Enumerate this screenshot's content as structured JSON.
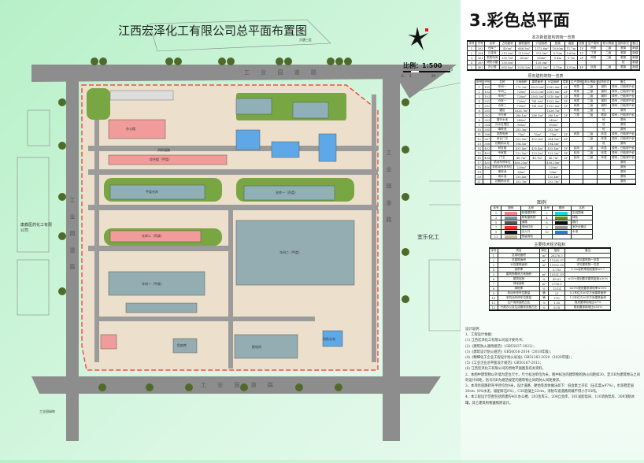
{
  "plan": {
    "title": "江西宏泽化工有限公司总平面布置图",
    "scale": "比例：1:500",
    "scale_ticks": [
      "0",
      "5",
      "20",
      "40"
    ],
    "north_arrow": "north-arrow-icon",
    "roads": {
      "top": "工 业 园 道 路",
      "bottom": "工 业 园 道 路",
      "right": "工 业 园 道 路",
      "left": "工 业 园 道 路"
    },
    "internal_road": "消防道路",
    "neighbors": {
      "right": "宜乐化工",
      "left": "康鑫医药化工有限公司",
      "bottom_left": "工业园绿地",
      "top_right": "大唐三区"
    },
    "buildings": [
      "办公楼",
      "综合楼（甲类）",
      "甲类仓库",
      "仓库二（丙类）",
      "仓库一（丙类）",
      "车间一（甲类）",
      "车间二（甲类）",
      "消防水池",
      "配电间",
      "危废库"
    ]
  },
  "header": {
    "title": "3.彩色总平面"
  },
  "new_table": {
    "title": "本次新建建构筑物一览表",
    "headers": [
      "序号",
      "代号",
      "名称",
      "占地面积",
      "建筑面积",
      "计容面积",
      "层高",
      "高度",
      "层数",
      "生产类别",
      "耐火等级",
      "结构形式",
      "备注"
    ],
    "rows": [
      [
        "1",
        "203",
        "仓库三",
        "420m²",
        "686.3m²",
        "1372.6m²",
        "10.60m",
        "11.7m",
        "1F",
        "丙类",
        "二级",
        "框架",
        "新建"
      ],
      [
        "2",
        "204",
        "丘金库",
        "315.0m²",
        "315.0m²",
        "315.0m²",
        "5.70m",
        "5.65m",
        "1F",
        "丁类",
        "二级",
        "框架",
        "新建"
      ],
      [
        "3",
        "301",
        "发配电间",
        "130.7m²",
        "260m²",
        "260m²",
        "5.4m",
        "9.7m",
        "2F",
        "丙类",
        "二级",
        "框架",
        "新建"
      ],
      [
        "4",
        "309",
        "消防水罐",
        "130.0m²",
        "",
        "130.0m²",
        "",
        "",
        "",
        "",
        "",
        "砼",
        "新建"
      ],
      [
        "5",
        "401",
        "办公楼",
        "693.8m²",
        "2335.5m²",
        "2335.5m²",
        "3.75m",
        "4.95m",
        "4F",
        "民用",
        "二级",
        "框架",
        "新建"
      ]
    ]
  },
  "old_table": {
    "title": "原有建构筑物一览表",
    "headers": [
      "序号",
      "代号",
      "名称",
      "占地面积",
      "建筑面积",
      "计容面积",
      "层数",
      "生产类别",
      "耐火等级",
      "结构形式",
      "备注"
    ],
    "rows": [
      [
        "1",
        "101",
        "车间一",
        "775.7m²",
        "1521.0m²",
        "2181.0m²",
        "2F",
        "甲类",
        "二级",
        "钢构",
        "原有，已取得产权"
      ],
      [
        "2",
        "102",
        "车间二",
        "720m²",
        "1521.0m²",
        "2181.0m²",
        "2F",
        "甲类",
        "二级",
        "钢构",
        "原有，已取得产权"
      ],
      [
        "3",
        "103",
        "车间三",
        "720m²",
        "2505.3m²",
        "3510.0m²",
        "2F",
        "甲类",
        "二级",
        "钢构",
        "原有，已取得产权"
      ],
      [
        "4",
        "201",
        "仓库一",
        "720m²",
        "741.0m²",
        "1022.0m²",
        "1F",
        "丙类",
        "二级",
        "钢构",
        "原有，已取得产权"
      ],
      [
        "5",
        "202",
        "仓库二",
        "720m²",
        "741.0m²",
        "1022.0m²",
        "1F",
        "丙类",
        "二级",
        "钢构",
        "原有，已取得产权"
      ],
      [
        "6",
        "205",
        "罐区",
        "1626.7m²",
        "",
        "1626.7m²",
        "",
        "甲类",
        "二级",
        "砼",
        "原有"
      ],
      [
        "7",
        "302",
        "冷冻房",
        "286.1m²",
        "286.1m²",
        "286.1m²",
        "1F",
        "丁类",
        "二级",
        "框架",
        "原有，已取得产权"
      ],
      [
        "8",
        "303",
        "循环水池",
        "240m²",
        "",
        "240m²",
        "",
        "",
        "",
        "砼",
        "原有"
      ],
      [
        "9",
        "304",
        "污水处理区",
        "955m²",
        "",
        "955m²",
        "",
        "",
        "",
        "砼",
        "原有"
      ],
      [
        "10",
        "305",
        "事故池",
        "252.3m²",
        "",
        "252.3m²",
        "",
        "",
        "",
        "砼",
        "原有"
      ],
      [
        "11",
        "306",
        "变配电房",
        "75m²",
        "75m²",
        "75m²",
        "1F",
        "丙类",
        "二级",
        "砖混",
        "原有，已取得产权"
      ],
      [
        "12",
        "307",
        "综合门卫",
        "102.0m²",
        "102.0m²",
        "204.0m²",
        "2F",
        "",
        "二级",
        "砖混",
        "原有，已取得产权"
      ],
      [
        "13",
        "308",
        "初期雨水池",
        "194.5m²",
        "",
        "194.5m²",
        "",
        "",
        "",
        "砼",
        "原有"
      ],
      [
        "14",
        "402",
        "研发楼",
        "435.4m²",
        "435.4m²",
        "435.4m²",
        "1F",
        "民用",
        "二级",
        "砖混",
        "原有，已取得产权"
      ],
      [
        "15",
        "403",
        "专家楼",
        "123.5m²",
        "123.5m²",
        "123.5m²",
        "1F",
        "民用",
        "二级",
        "砖混",
        "原有，已取得产权"
      ],
      [
        "16",
        "404",
        "门卫",
        "46.7m²",
        "46.7m²",
        "46.7m²",
        "1F",
        "民用",
        "二级",
        "砖混",
        "原有，已取得产权"
      ],
      [
        "17",
        "405",
        "机动车停车位",
        "408.25m²",
        "",
        "408.25m²",
        "",
        "",
        "",
        "",
        "原有"
      ],
      [
        "18",
        "406",
        "非机动车停车位",
        "220m²",
        "",
        "220m²",
        "",
        "",
        "",
        "",
        "原有"
      ],
      [
        "19",
        "",
        "事故池",
        "89m²",
        "",
        "89m²",
        "",
        "",
        "",
        "",
        "原有"
      ],
      [
        "20",
        "",
        "雨水池",
        "135.4m²",
        "",
        "135.4m²",
        "",
        "",
        "",
        "",
        "原有"
      ],
      [
        "21",
        "",
        "初期雨水池",
        "252.7m²",
        "",
        "252.7m²",
        "",
        "",
        "",
        "",
        "原有"
      ]
    ]
  },
  "legend": {
    "title": "图例",
    "headers": [
      "序号",
      "图例",
      "名称",
      "序号",
      "图例",
      "名称"
    ],
    "items": [
      {
        "no": "1",
        "name": "新建建筑物",
        "color": "#f08a8a"
      },
      {
        "no": "2",
        "name": "实线围墙",
        "color": "#22d3e0"
      },
      {
        "no": "3",
        "name": "原有建筑物",
        "color": "#7c9aa0"
      },
      {
        "no": "4",
        "name": "绿化",
        "color": "#6b8e23"
      },
      {
        "no": "5",
        "name": "道路",
        "color": "#555555"
      },
      {
        "no": "6",
        "name": "路灯",
        "color": "#111111"
      },
      {
        "no": "7",
        "name": "用地红线",
        "color": "#ff2a2a"
      },
      {
        "no": "8",
        "name": "室外设备区",
        "color": "#9a9a9a"
      },
      {
        "no": "9",
        "name": "出入口",
        "color": "#111111"
      },
      {
        "no": "10",
        "name": "水池",
        "color": "#2a7fd4"
      },
      {
        "no": "11",
        "name": "预留用地",
        "color": "#c8b8a0"
      }
    ]
  },
  "indicators": {
    "title": "主要技术经济指标",
    "headers": [
      "序号",
      "项目",
      "单位",
      "指标",
      "备注"
    ],
    "rows": [
      [
        "1",
        "总用地面积",
        "m²",
        "20276.5",
        ""
      ],
      [
        "2",
        "总建筑面积",
        "m²",
        "11285.37",
        "详见建筑物一览表"
      ],
      [
        "3",
        "计容建筑面积",
        "m²",
        "15952.16",
        "详见建筑物一览表"
      ],
      [
        "4",
        "容积率",
        "",
        "0.792",
        "1.2≤容积率规划要求≤1.7"
      ],
      [
        "5",
        "建筑物基底占地面积",
        "m²",
        "10551.59",
        ""
      ],
      [
        "6",
        "建筑密度",
        "%",
        "49.81",
        "≥35%规划要求建筑密度≥30%"
      ],
      [
        "7",
        "绿地面积",
        "m²",
        "2756.0",
        ""
      ],
      [
        "8",
        "绿地率",
        "%",
        "13.14",
        "≤20%规划要求绿地率≤15%"
      ],
      [
        "9",
        "机动车停车位数量",
        "辆",
        "21",
        "0.2车位/100平方米建筑面积"
      ],
      [
        "10",
        "非机动车停车位数量",
        "辆",
        "110",
        "1.5车位/100平方米建筑面积"
      ],
      [
        "11",
        "生产用房面积占比",
        "%",
        "1.05",
        "规划要求用地比≤7%"
      ],
      [
        "12",
        "行政办公及生活服务设施占比",
        "%",
        "6.18",
        "规划要求用地比≤15%"
      ]
    ]
  },
  "notes": {
    "title": "设计说明：",
    "lines": [
      "1、工程设计依据：",
      "(1) 江西宏泽化工有限公司设计委托书；",
      "(2)《建筑防火通用规范》（GB55037-2022）；",
      "(3)《建筑设计防火规范》GB50016-2014（2018年版）；",
      "(4)《精细化工企业工程设计防火标准》GB51283-2020（2020年版）；",
      "(5)《工业企业总平面设计规范》GB50187-2012；",
      "(6) 江西宏泽化工有限公司的用地平面图及有关资料。",
      "2、本图中建筑物以外墙为定位尺寸，尺寸标注单位为米，图中标注的建筑物的防火间距如30，定义B为建筑物与之间的设计间距，括号内B为规范规定的建筑物之间的防火间距要求。",
      "3、本项目道路转弯半径均为9米，设计道路、硬地等具体做法如下：低含素土夯实（压实度≥97%），水泥稳定层20cm（6%水泥，级配碎石6%），C30混凝土22cm，消防车道道路荷载不得小于55吨。",
      "4、本工程设计范围包括新建的401办公楼、203金库三、204丘金库、301发配电间、110消防泵房、309消防水罐，其它建筑构物遵照原设计。"
    ]
  }
}
